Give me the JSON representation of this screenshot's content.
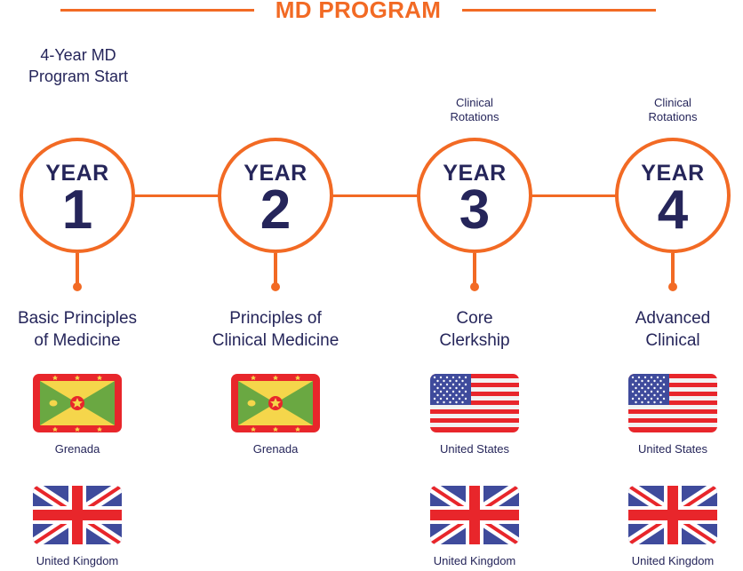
{
  "header": {
    "title": "MD PROGRAM",
    "start_label_line1": "4-Year MD",
    "start_label_line2": "Program Start"
  },
  "colors": {
    "accent": "#f26a24",
    "text": "#25255a"
  },
  "years": [
    {
      "year_label": "YEAR",
      "number": "1",
      "rotation_line1": "",
      "rotation_line2": "",
      "phase_line1": "Basic Principles",
      "phase_line2": "of Medicine",
      "locations": [
        {
          "name": "Grenada",
          "flag": "grenada-flag"
        },
        {
          "name": "United Kingdom",
          "flag": "uk-flag"
        }
      ]
    },
    {
      "year_label": "YEAR",
      "number": "2",
      "rotation_line1": "",
      "rotation_line2": "",
      "phase_line1": "Principles of",
      "phase_line2": "Clinical Medicine",
      "locations": [
        {
          "name": "Grenada",
          "flag": "grenada-flag"
        }
      ]
    },
    {
      "year_label": "YEAR",
      "number": "3",
      "rotation_line1": "Clinical",
      "rotation_line2": "Rotations",
      "phase_line1": "Core",
      "phase_line2": "Clerkship",
      "locations": [
        {
          "name": "United States",
          "flag": "us-flag"
        },
        {
          "name": "United Kingdom",
          "flag": "uk-flag"
        }
      ]
    },
    {
      "year_label": "YEAR",
      "number": "4",
      "rotation_line1": "Clinical",
      "rotation_line2": "Rotations",
      "phase_line1": "Advanced",
      "phase_line2": "Clinical",
      "locations": [
        {
          "name": "United States",
          "flag": "us-flag"
        },
        {
          "name": "United Kingdom",
          "flag": "uk-flag"
        }
      ]
    }
  ]
}
